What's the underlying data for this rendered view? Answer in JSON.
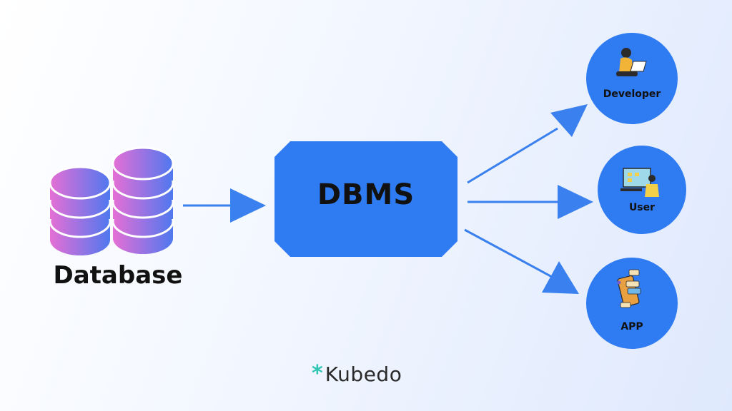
{
  "colors": {
    "node_blue": "#2f7bf2",
    "arrow_blue": "#3a80ee",
    "db_gradient_start": "#e56fd5",
    "db_gradient_end": "#4f78ef",
    "brand_accent": "#2fc6b3"
  },
  "database": {
    "label": "Database",
    "icon": "database-stack-icon"
  },
  "dbms": {
    "label": "DBMS"
  },
  "consumers": [
    {
      "label": "Developer",
      "icon": "developer-laptop-icon"
    },
    {
      "label": "User",
      "icon": "user-screen-icon"
    },
    {
      "label": "APP",
      "icon": "mobile-app-icon"
    }
  ],
  "brand": {
    "star": "*",
    "name": "Kubedo"
  }
}
